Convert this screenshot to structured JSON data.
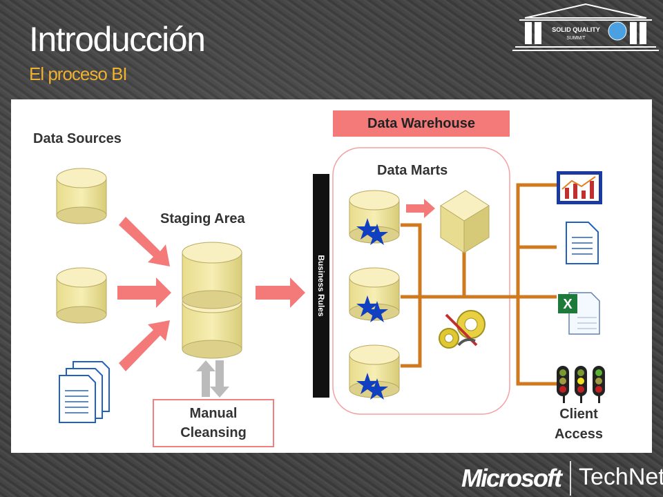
{
  "slide": {
    "title": "Introducción",
    "subtitle": "El proceso BI"
  },
  "logo": {
    "text_line1": "SOLID QUALITY",
    "text_line2": "SUMMIT"
  },
  "diagram": {
    "data_sources_label": "Data Sources",
    "staging_area_label": "Staging Area",
    "data_warehouse_label": "Data Warehouse",
    "data_marts_label": "Data Marts",
    "business_rules_label": "Business Rules",
    "manual_cleansing_label_line1": "Manual",
    "manual_cleansing_label_line2": "Cleansing",
    "client_access_label_line1": "Client",
    "client_access_label_line2": "Access"
  },
  "footer": {
    "brand": "Microsoft",
    "product": "TechNet"
  },
  "colors": {
    "accent_orange": "#f0b030",
    "arrow_pink": "#f47a7a",
    "connector": "#d07a20",
    "cylinder": "#f0e6a0"
  }
}
